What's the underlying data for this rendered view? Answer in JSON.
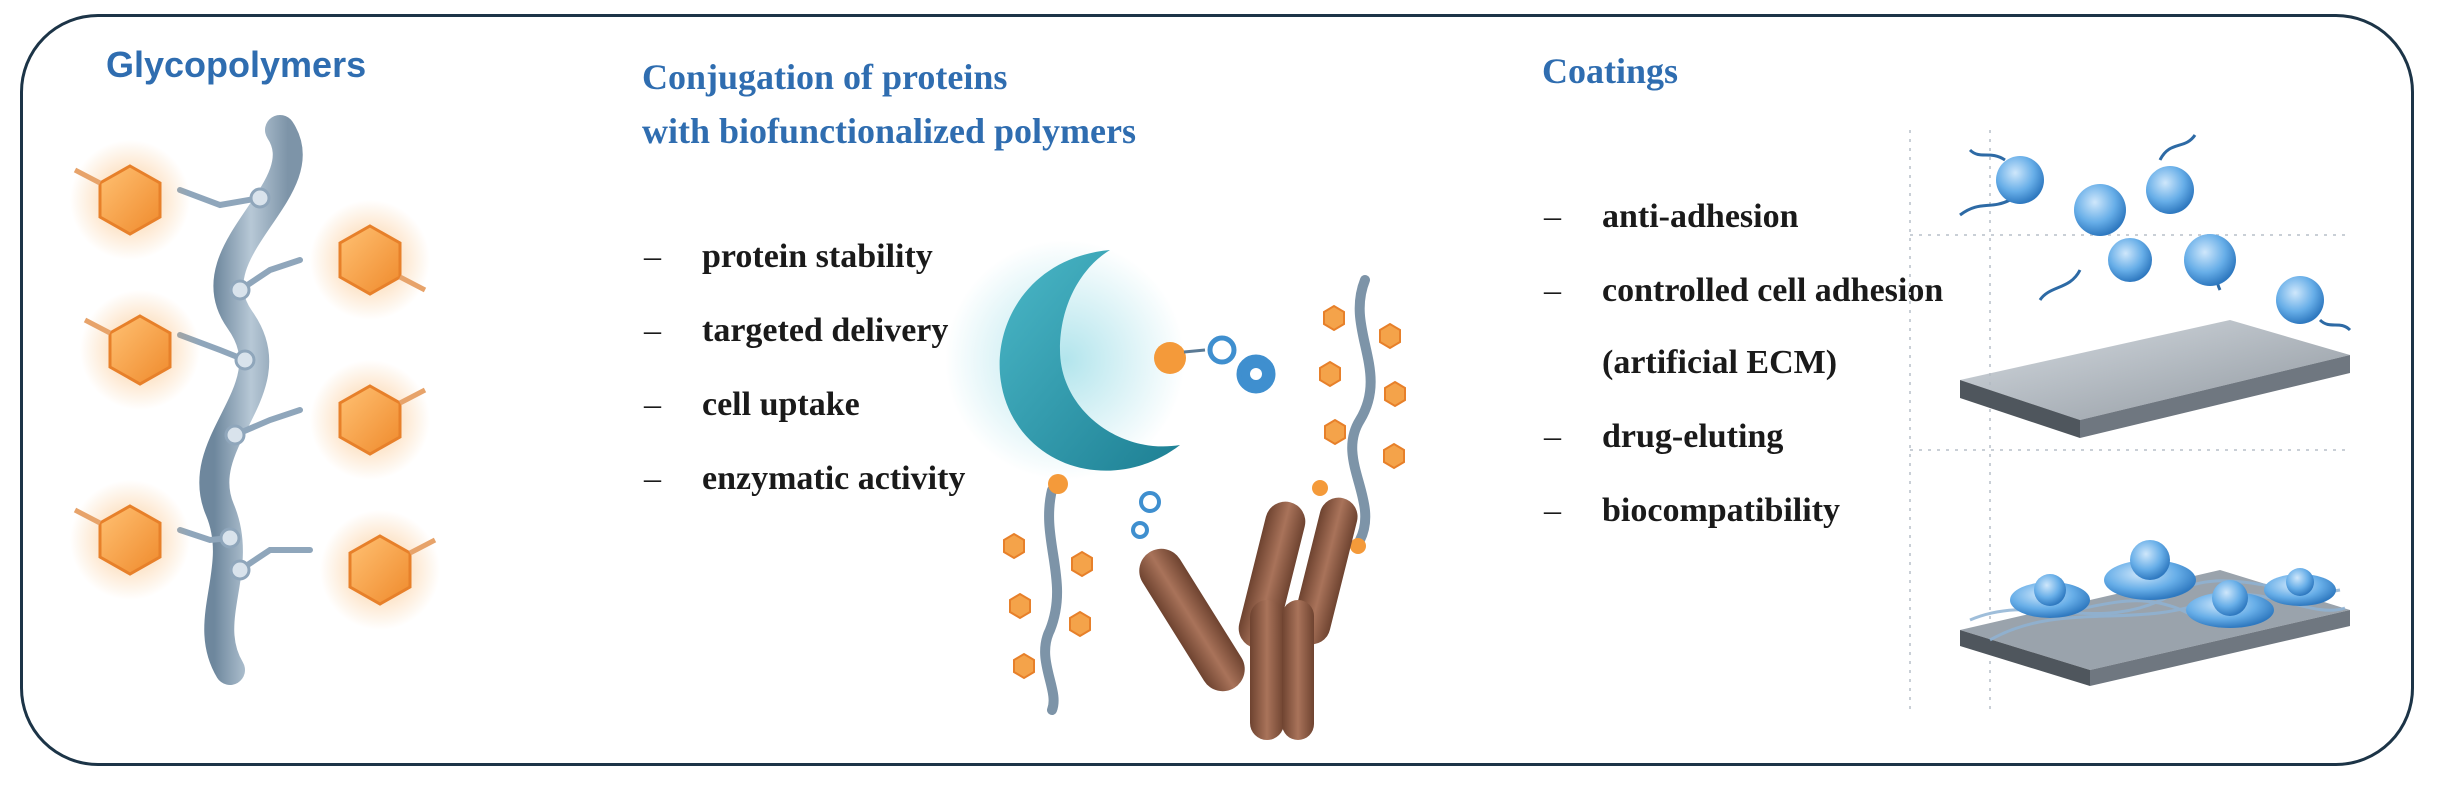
{
  "sections": [
    {
      "title": "Glycopolymers",
      "items": []
    },
    {
      "title_lines": [
        "Conjugation of proteins",
        "with biofunctionalized polymers"
      ],
      "items": [
        "protein stability",
        "targeted delivery",
        "cell uptake",
        "enzymatic activity"
      ]
    },
    {
      "title": "Coatings",
      "items": [
        "anti-adhesion",
        "controlled cell adhesion",
        "(artificial ECM)",
        "drug-eluting",
        "biocompatibility"
      ]
    }
  ],
  "bullet_symbol": "–",
  "colors": {
    "title": "#2f6db0",
    "frame": "#1c3447",
    "hexagon": "#f4a34a",
    "polymer_chain": "#8fa6bb",
    "protein": "#2a9bb0",
    "antibody": "#8a5a3e",
    "gear": "#3f8fcf",
    "cell": "#5aa6e6",
    "surface": "#6f7780"
  },
  "icons": [
    "glycopolymer-chain",
    "protein-crescent",
    "antibody",
    "gear-icon",
    "cell",
    "coated-surface"
  ]
}
